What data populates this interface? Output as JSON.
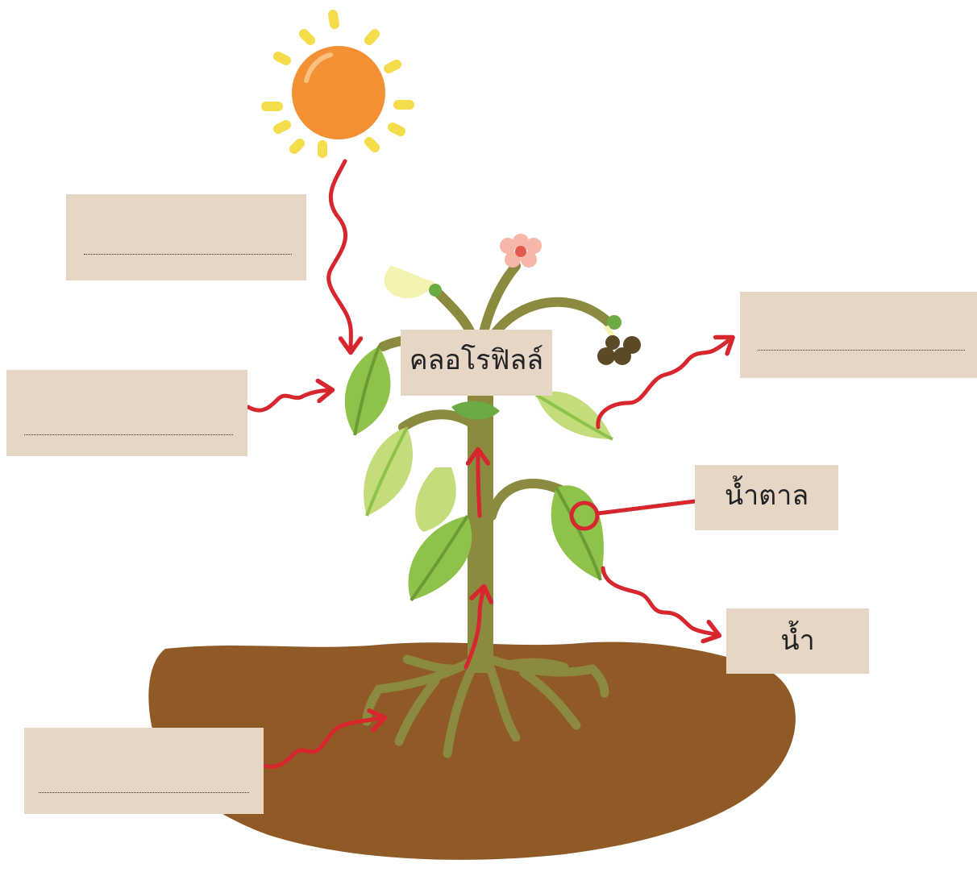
{
  "labels": {
    "chlorophyll": "คลอโรฟิลล์",
    "sugar": "น้ำตาล",
    "water": "น้ำ"
  },
  "blanks": {
    "sunlight": "",
    "carbon_dioxide": "",
    "oxygen": "",
    "root_water": ""
  },
  "colors": {
    "label_box": "#e5d6c6",
    "arrow": "#d7262d",
    "soil": "#8f5a26",
    "stem": "#8c8a3e",
    "leaf": "#8fc24a",
    "sun": "#f39034",
    "sun_rays": "#f4dc4a"
  }
}
